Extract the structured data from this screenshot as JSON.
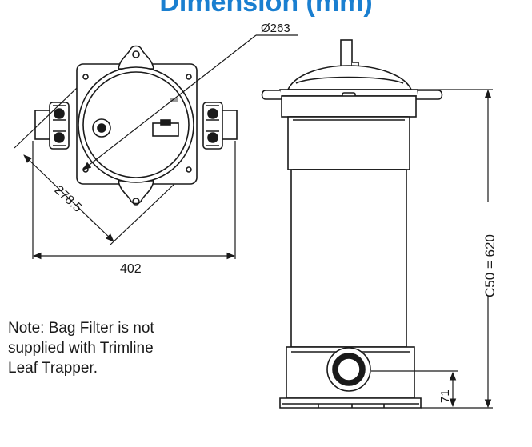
{
  "header": {
    "title": "Dimension (mm)",
    "title_color": "#1a7fd0"
  },
  "top_view": {
    "diameter_label": "Ø263",
    "diagonal_label": "278.5",
    "width_label": "402"
  },
  "side_view": {
    "height_label": "C50 = 620",
    "outlet_height_label": "71"
  },
  "note": {
    "lines": [
      "Note: Bag Filter is not",
      "supplied with Trimline",
      "Leaf Trapper."
    ]
  },
  "colors": {
    "line": "#1a1a1a",
    "fill": "#ffffff",
    "accent": "#1a7fd0"
  }
}
